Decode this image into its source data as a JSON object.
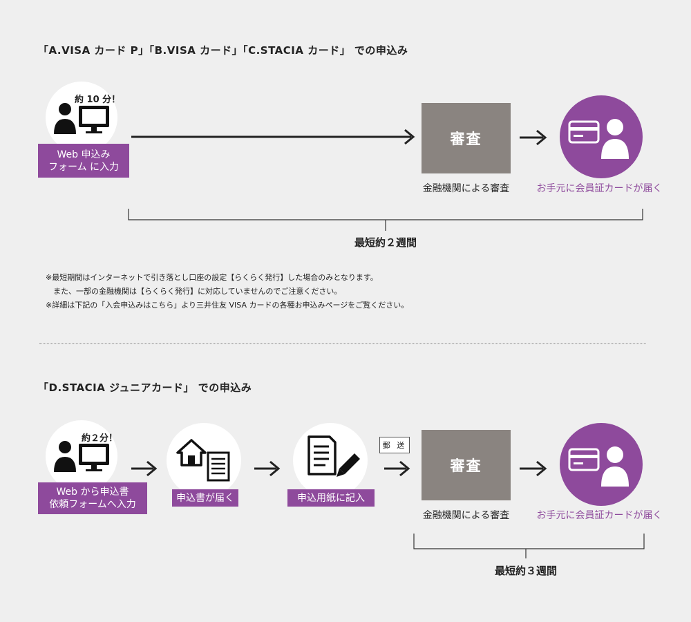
{
  "section1": {
    "heading": "「A.VISA カード P」「B.VISA カード」「C.STACIA カード」 での申込み",
    "step1": {
      "time": "約 10 分！",
      "label": "Web 申込み\nフォーム に入力",
      "icons": [
        "person-icon",
        "monitor-icon"
      ]
    },
    "step2": {
      "box": "審査",
      "caption": "金融機関による審査"
    },
    "step3": {
      "caption": "お手元に会員証カードが届く",
      "icons": [
        "credit-card-icon",
        "person-icon"
      ]
    },
    "period": "最短約２週間",
    "notes": [
      "※最短期間はインターネットで引き落とし口座の設定【らくらく発行】した場合のみとなります。",
      "　また、一部の金融機関は【らくらく発行】に対応していませんのでご注意ください。",
      "※詳細は下記の「入会申込みはこちら」より三井住友 VISA カードの各種お申込みページをご覧ください。"
    ]
  },
  "section2": {
    "heading": "「D.STACIA ジュニアカード」 での申込み",
    "step1": {
      "time": "約２分！",
      "label": "Web から申込書\n依頼フォームへ入力",
      "icons": [
        "person-icon",
        "monitor-icon"
      ]
    },
    "step2": {
      "label": "申込書が届く",
      "icons": [
        "house-icon",
        "document-icon"
      ]
    },
    "step3": {
      "label": "申込用紙に記入",
      "icons": [
        "document-icon",
        "pencil-icon"
      ]
    },
    "mail_tag": "郵 送",
    "step4": {
      "box": "審査",
      "caption": "金融機関による審査"
    },
    "step5": {
      "caption": "お手元に会員証カードが届く",
      "icons": [
        "credit-card-icon",
        "person-icon"
      ]
    },
    "period": "最短約３週間"
  },
  "colors": {
    "accent_purple": "#8e4a9c",
    "review_gray": "#8a8480",
    "background": "#efefef"
  }
}
